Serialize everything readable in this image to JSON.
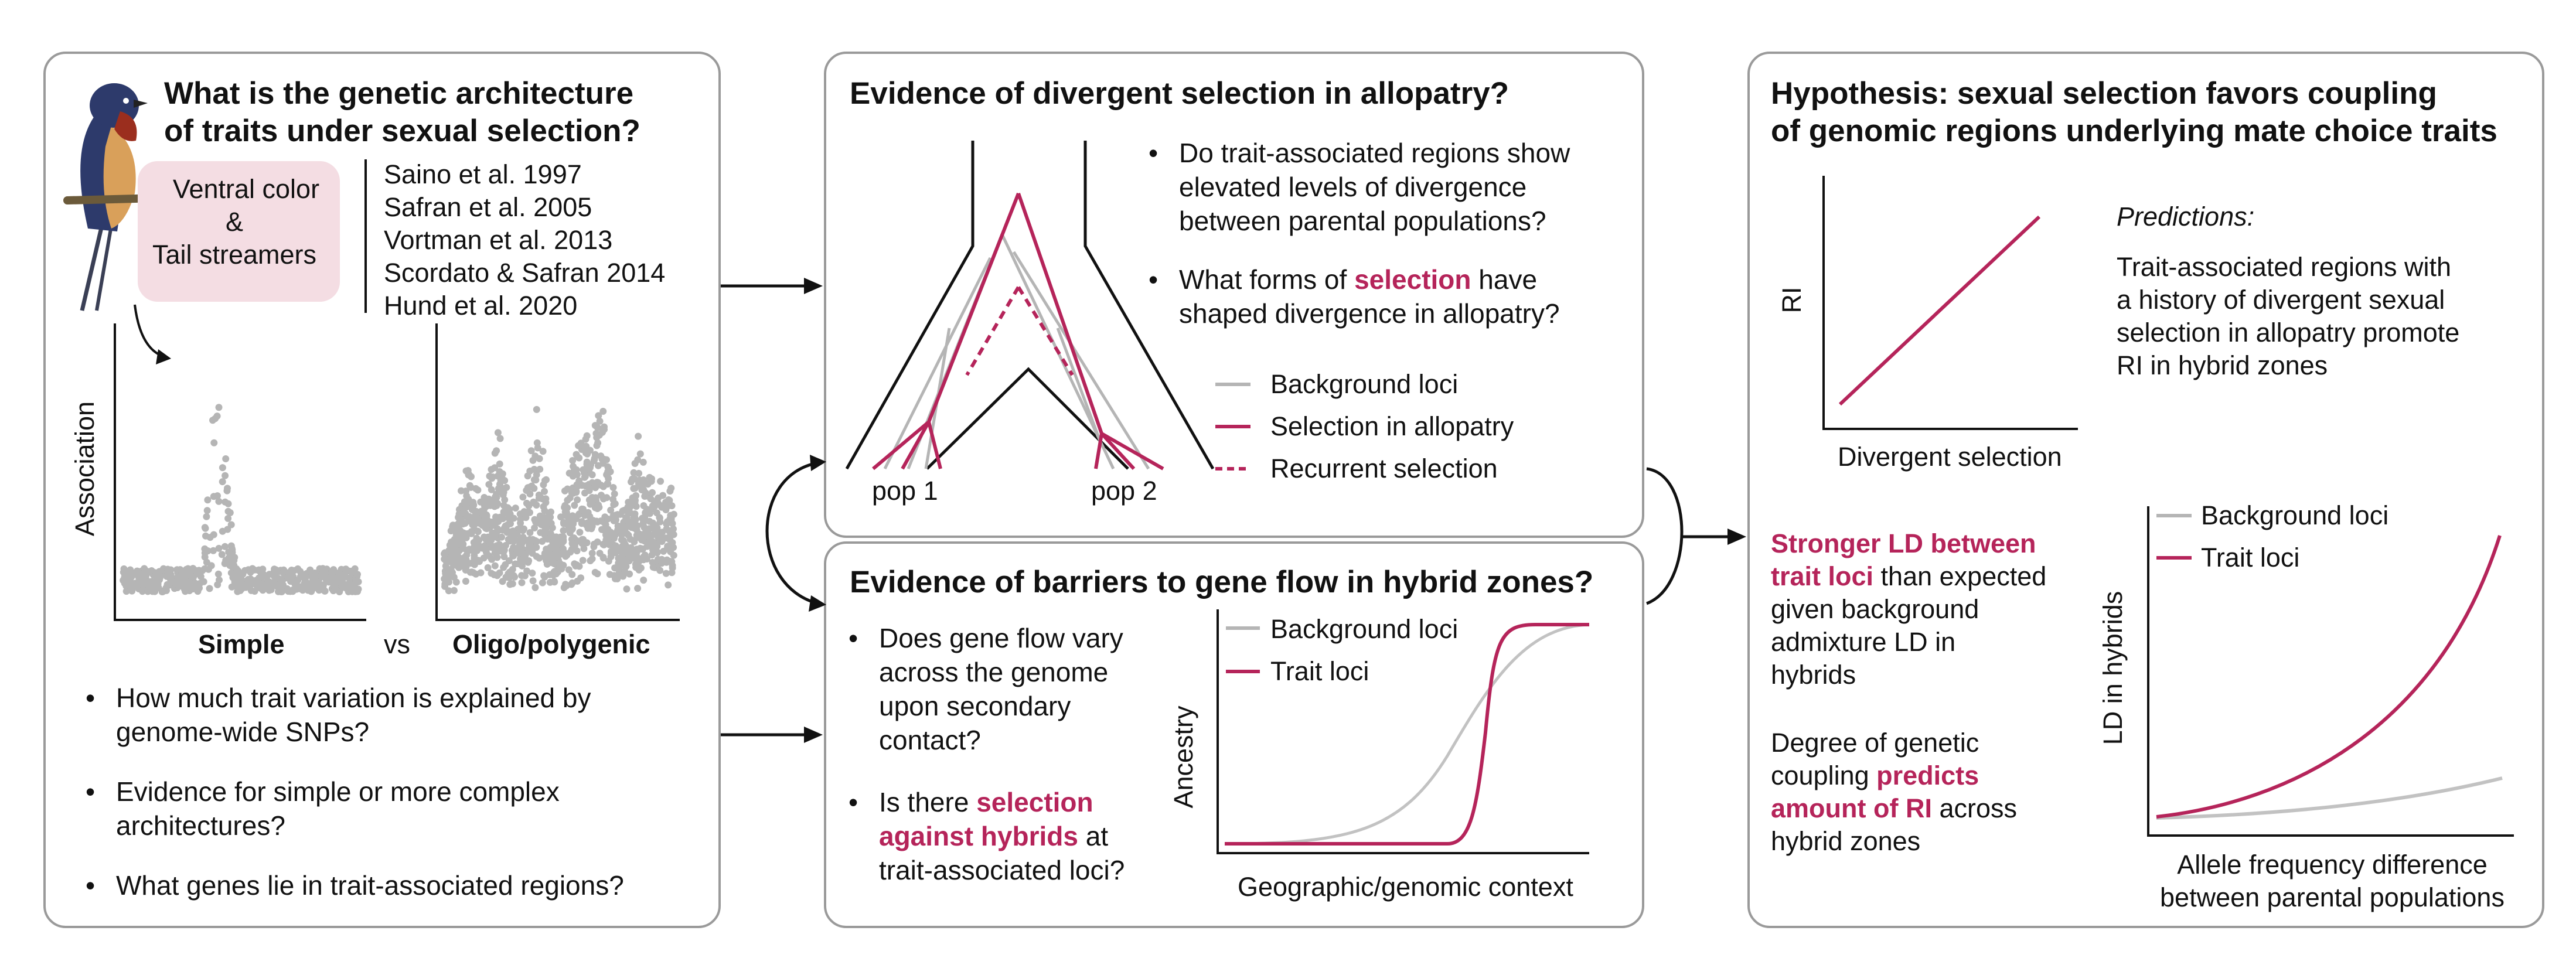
{
  "colors": {
    "accent": "#b5245a",
    "gray": "#b5b5b5",
    "border": "#9a9a9a"
  },
  "left": {
    "title_line1": "What is the genetic architecture",
    "title_line2": "of traits under sexual selection?",
    "trait_box": {
      "line1": "Ventral color",
      "line2": "&",
      "line3": "Tail streamers"
    },
    "references": [
      "Saino et al. 1997",
      "Safran et al. 2005",
      "Vortman et al. 2013",
      "Scordato & Safran 2014",
      "Hund et al. 2020"
    ],
    "ylabel": "Association",
    "simple_label": "Simple",
    "vs_label": "vs",
    "poly_label": "Oligo/polygenic",
    "questions": [
      {
        "l1": "How much trait variation is explained by",
        "l2": "genome-wide SNPs?"
      },
      {
        "l1": "Evidence for simple or more complex",
        "l2": "architectures?"
      },
      {
        "l1": "What genes lie in trait-associated regions?",
        "l2": ""
      }
    ]
  },
  "middle_top": {
    "title": "Evidence of divergent selection in allopatry?",
    "pop1": "pop 1",
    "pop2": "pop 2",
    "q1": {
      "l1": "Do trait-associated regions show",
      "l2": "elevated levels of divergence",
      "l3": "between parental populations?"
    },
    "q2": {
      "pre": "What forms of ",
      "hl": "selection",
      "post": " have",
      "l2": "shaped divergence in allopatry?"
    },
    "legend": [
      "Background loci",
      "Selection in allopatry",
      "Recurrent selection"
    ]
  },
  "middle_bottom": {
    "title": "Evidence of barriers to gene flow in hybrid zones?",
    "q1": {
      "l1": "Does gene flow vary",
      "l2": "across the genome",
      "l3": "upon secondary",
      "l4": "contact?"
    },
    "q2": {
      "pre": "Is there ",
      "hl1": "selection",
      "hl2": "against hybrids",
      "post": " at",
      "l3": "trait-associated loci?"
    },
    "legend": [
      "Background loci",
      "Trait loci"
    ],
    "ylabel": "Ancestry",
    "xlabel": "Geographic/genomic context"
  },
  "right": {
    "title_line1": "Hypothesis: sexual selection favors coupling",
    "title_line2": "of genomic regions underlying mate choice traits",
    "ri_ylabel": "RI",
    "ri_xlabel": "Divergent selection",
    "predictions_label": "Predictions:",
    "prediction_text": [
      "Trait-associated regions with",
      "a history of divergent sexual",
      "selection in allopatry promote",
      "RI in hybrid zones"
    ],
    "ld_text": {
      "hl1": "Stronger LD between",
      "hl2": "trait loci",
      "post": " than expected",
      "l3": "given background",
      "l4": "admixture LD in",
      "l5": "hybrids"
    },
    "coupling_text": {
      "l1": "Degree of genetic",
      "pre": "coupling ",
      "hl1": "predicts",
      "hl2": "amount of RI",
      "post": " across",
      "l4": "hybrid zones"
    },
    "legend": [
      "Background loci",
      "Trait loci"
    ],
    "ld_ylabel": "LD in hybrids",
    "ld_xlabel_l1": "Allele frequency difference",
    "ld_xlabel_l2": "between parental populations"
  }
}
